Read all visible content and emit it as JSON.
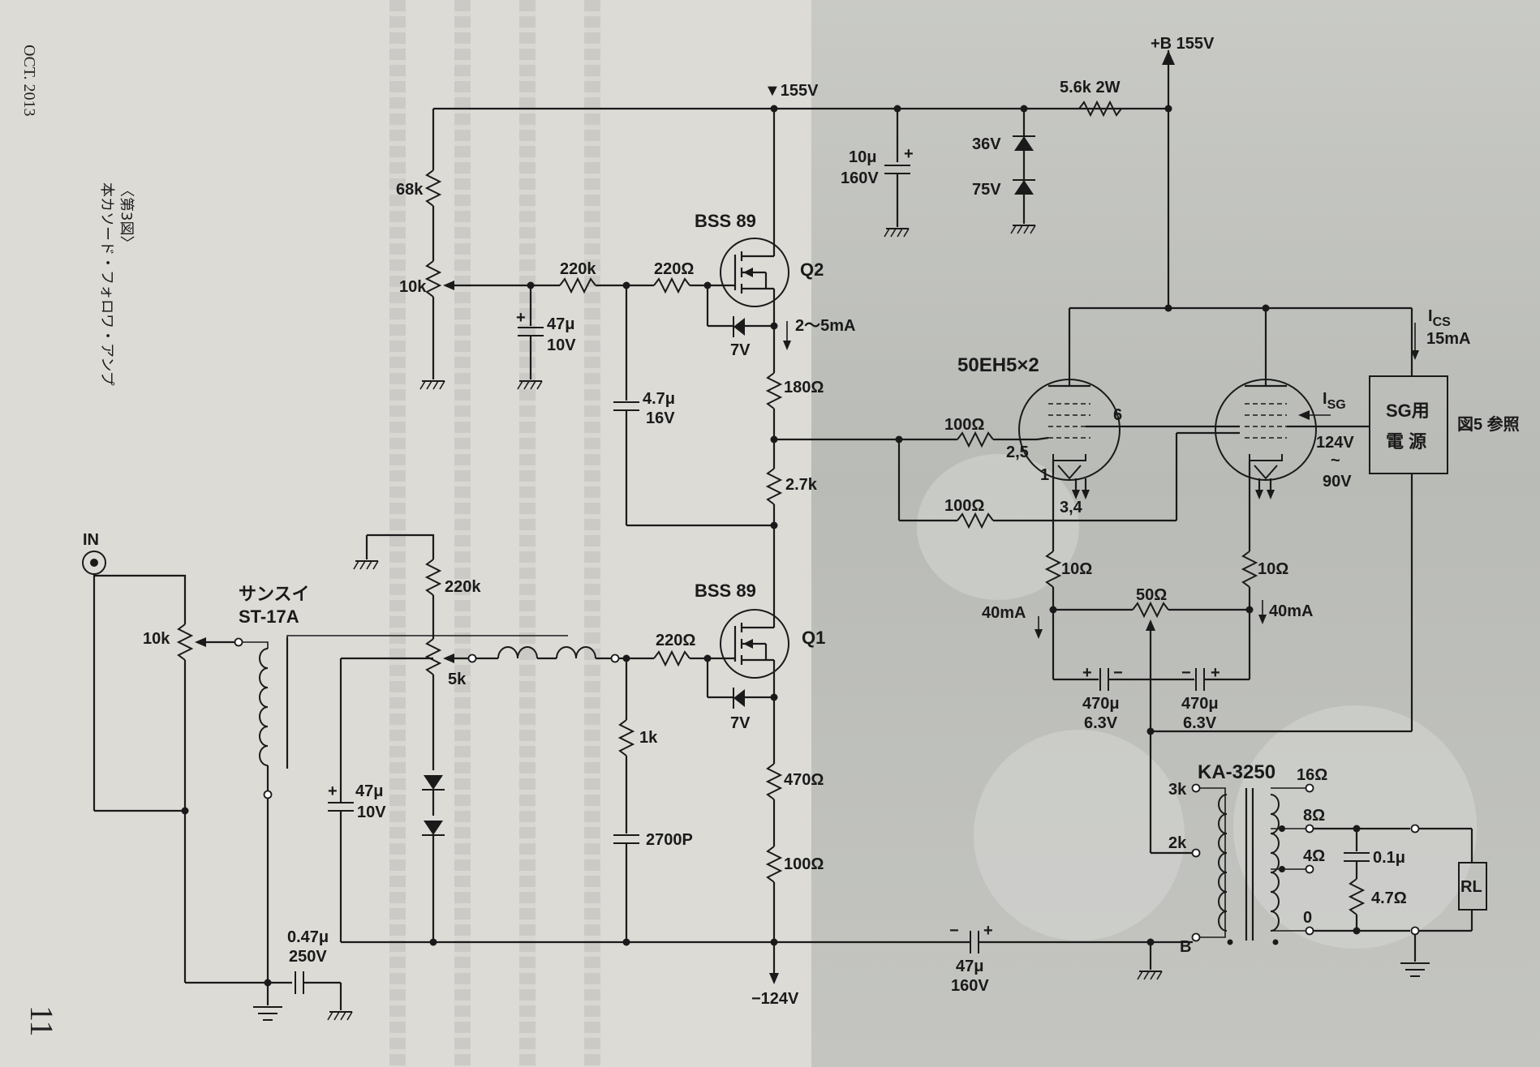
{
  "margin": {
    "issue": "OCT. 2013",
    "page_number": "11"
  },
  "figure": {
    "number": "〈第3図〉",
    "title": "本カソード・フォロワ・アンプ"
  },
  "supply": {
    "b_plus": "+B 155V",
    "b_plus_155": "▼155V",
    "minus_124": "−124V",
    "r_5k6": "5.6k 2W",
    "zener_36": "36V",
    "zener_75": "75V",
    "cap_10u": "10μ",
    "cap_10u_v": "160V"
  },
  "input": {
    "in_label": "IN",
    "pot_10k": "10k",
    "trans_name": "サンスイ",
    "trans_model": "ST-17A",
    "cap_047": "0.47μ",
    "cap_047_v": "250V"
  },
  "q2_section": {
    "r_68k": "68k",
    "pot_10k": "10k",
    "cap_47u": "47μ",
    "cap_47u_v": "10V",
    "r_220k": "220k",
    "r_220": "220Ω",
    "device": "BSS 89",
    "name": "Q2",
    "zener": "7V",
    "current": "2〜5mA",
    "r_180": "180Ω",
    "cap_47u_16": "4.7μ",
    "cap_47u_16_v": "16V",
    "r_2k7": "2.7k"
  },
  "q1_section": {
    "r_220k": "220k",
    "pot_5k": "5k",
    "cap_47u": "47μ",
    "cap_47u_v": "10V",
    "r_1k": "1k",
    "cap_2700p": "2700P",
    "r_220": "220Ω",
    "device": "BSS 89",
    "name": "Q1",
    "zener": "7V",
    "r_470": "470Ω",
    "r_100": "100Ω"
  },
  "tubes": {
    "name": "50EH5×2",
    "r_100_a": "100Ω",
    "r_100_b": "100Ω",
    "pin_25": "2,5",
    "pin_6": "6",
    "pin_1": "1",
    "pin_34": "3,4",
    "r_10_left": "10Ω",
    "r_10_right": "10Ω",
    "r_50": "50Ω",
    "i_left": "40mA",
    "i_right": "40mA",
    "cap_left": "470μ",
    "cap_left_v": "6.3V",
    "cap_right": "470μ",
    "cap_right_v": "6.3V",
    "i_sg": "I",
    "i_sg_sub": "SG",
    "i_cs": "I",
    "i_cs_sub": "CS",
    "i_cs_val": "15mA",
    "sg_box_line1": "SG用",
    "sg_box_line2": "電 源",
    "sg_ref": "図5 参照",
    "v_range_a": "124V",
    "v_range_tilde": "~",
    "v_range_b": "90V"
  },
  "output": {
    "trans": "KA-3250",
    "tap_3k": "3k",
    "tap_2k": "2k",
    "tap_b": "B",
    "tap_16": "16Ω",
    "tap_8": "8Ω",
    "tap_4": "4Ω",
    "tap_0": "0",
    "cap_01": "0.1μ",
    "r_47": "4.7Ω",
    "load": "RL",
    "cap_47u": "47μ",
    "cap_47u_v": "160V"
  }
}
